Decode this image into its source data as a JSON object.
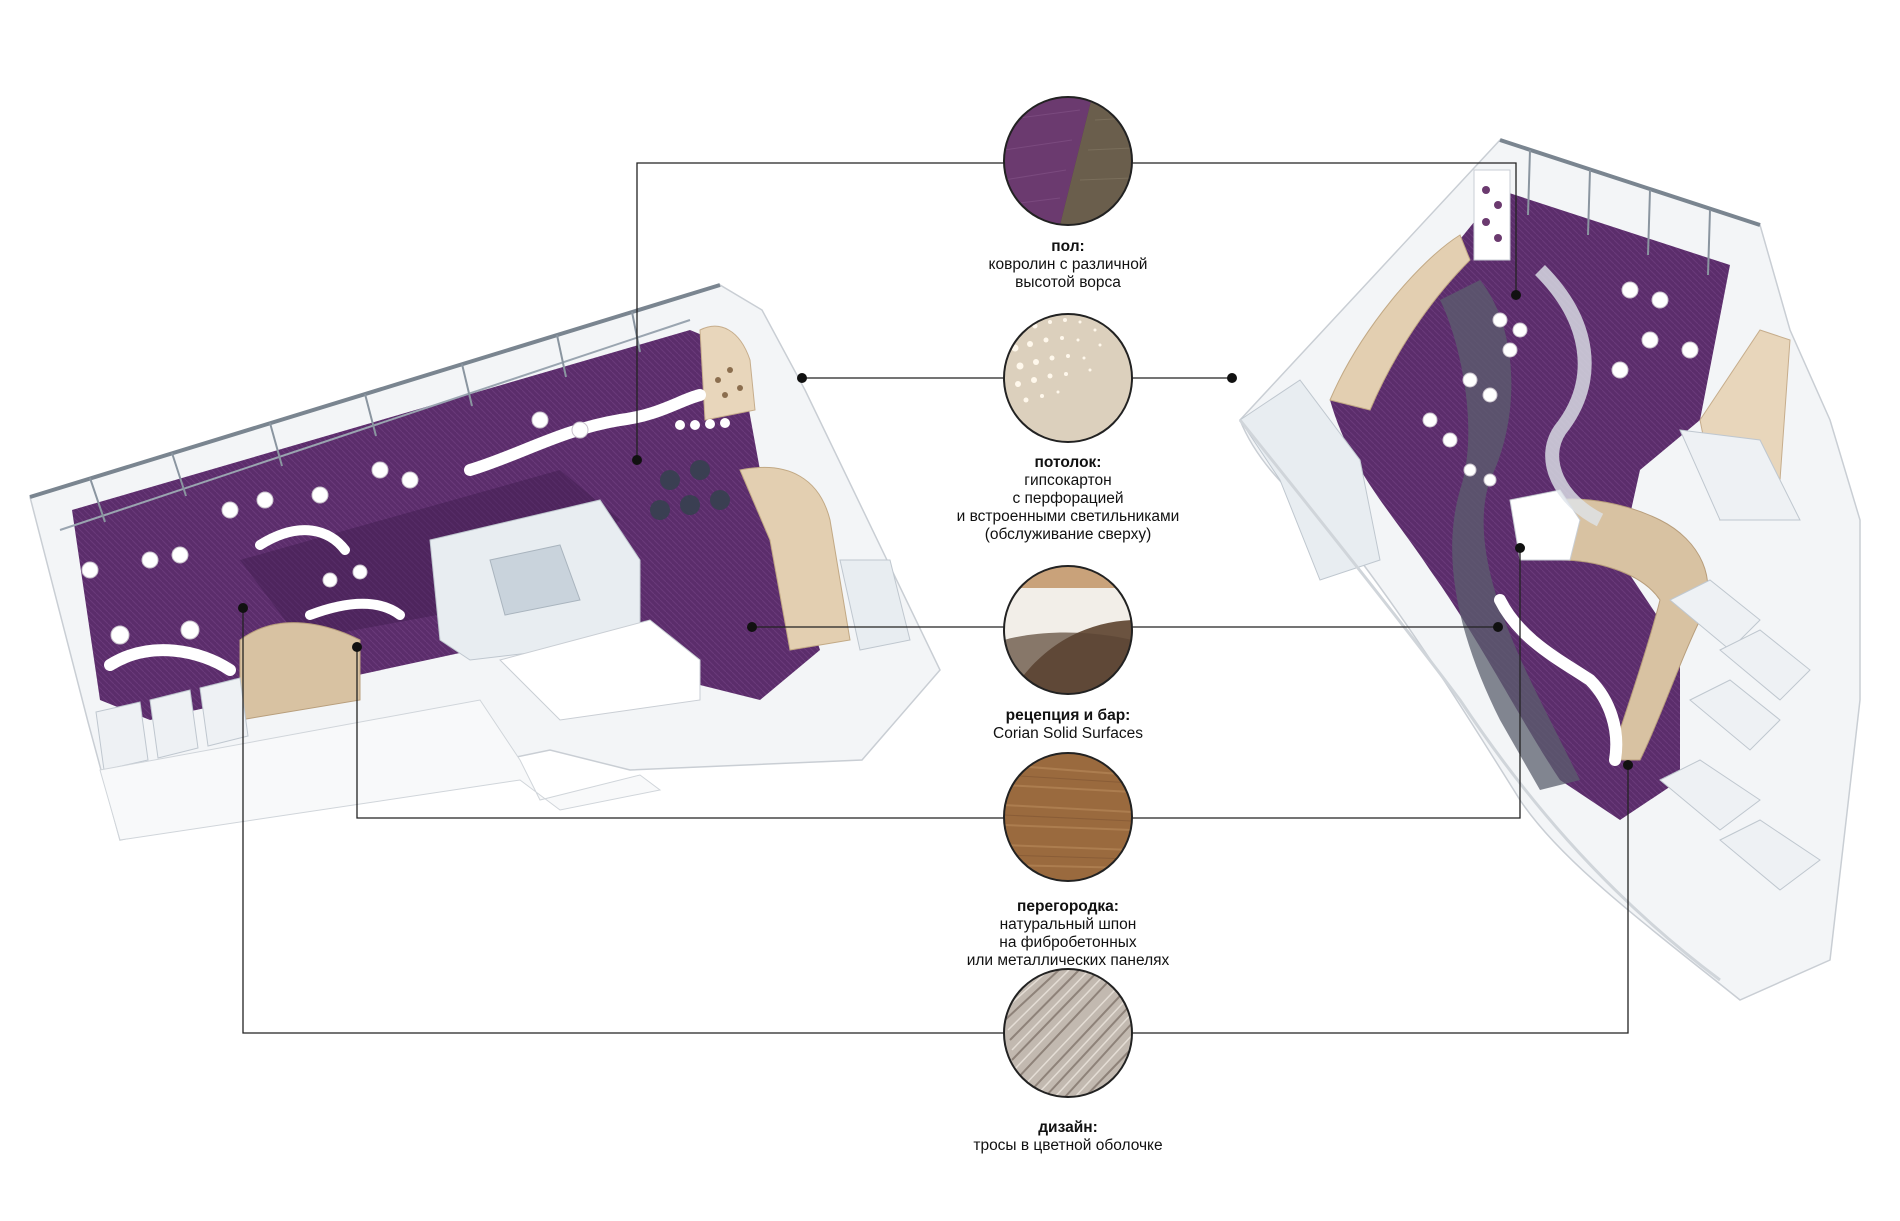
{
  "materials": [
    {
      "title": "пол:",
      "description": "ковролин с различной\nвысотой ворса",
      "swatch": "carpet-swatch",
      "colors": [
        "#4a1f4e",
        "#6b3a6f",
        "#6a5e4c"
      ]
    },
    {
      "title": "потолок:",
      "description": "гипсокартон\nс перфорацией\nи встроенными светильниками\n(обслуживание сверху)",
      "swatch": "perforated-ceiling-swatch",
      "colors": [
        "#d8cab4",
        "#fff8ea"
      ]
    },
    {
      "title": "рецепция и бар:",
      "description": "Corian Solid Surfaces",
      "swatch": "corian-swatch",
      "colors": [
        "#6b5340",
        "#f2eee8",
        "#c9a27a"
      ]
    },
    {
      "title": "перегородка:",
      "description": "натуральный шпон\nна фибробетонных\nили металлических панелях",
      "swatch": "wood-veneer-swatch",
      "colors": [
        "#9a6a3e",
        "#b98a5c"
      ]
    },
    {
      "title": "дизайн:",
      "description": "тросы в цветной оболочке",
      "swatch": "cable-swatch",
      "colors": [
        "#c2b9b0",
        "#8e8279"
      ]
    }
  ],
  "palette": {
    "carpet": "#5b2d6b",
    "carpet_dark": "#3f1d4d",
    "wall": "#f3f5f7",
    "wood": "#d8c2a2",
    "glass": "#c9d3dc",
    "line": "#222222"
  }
}
